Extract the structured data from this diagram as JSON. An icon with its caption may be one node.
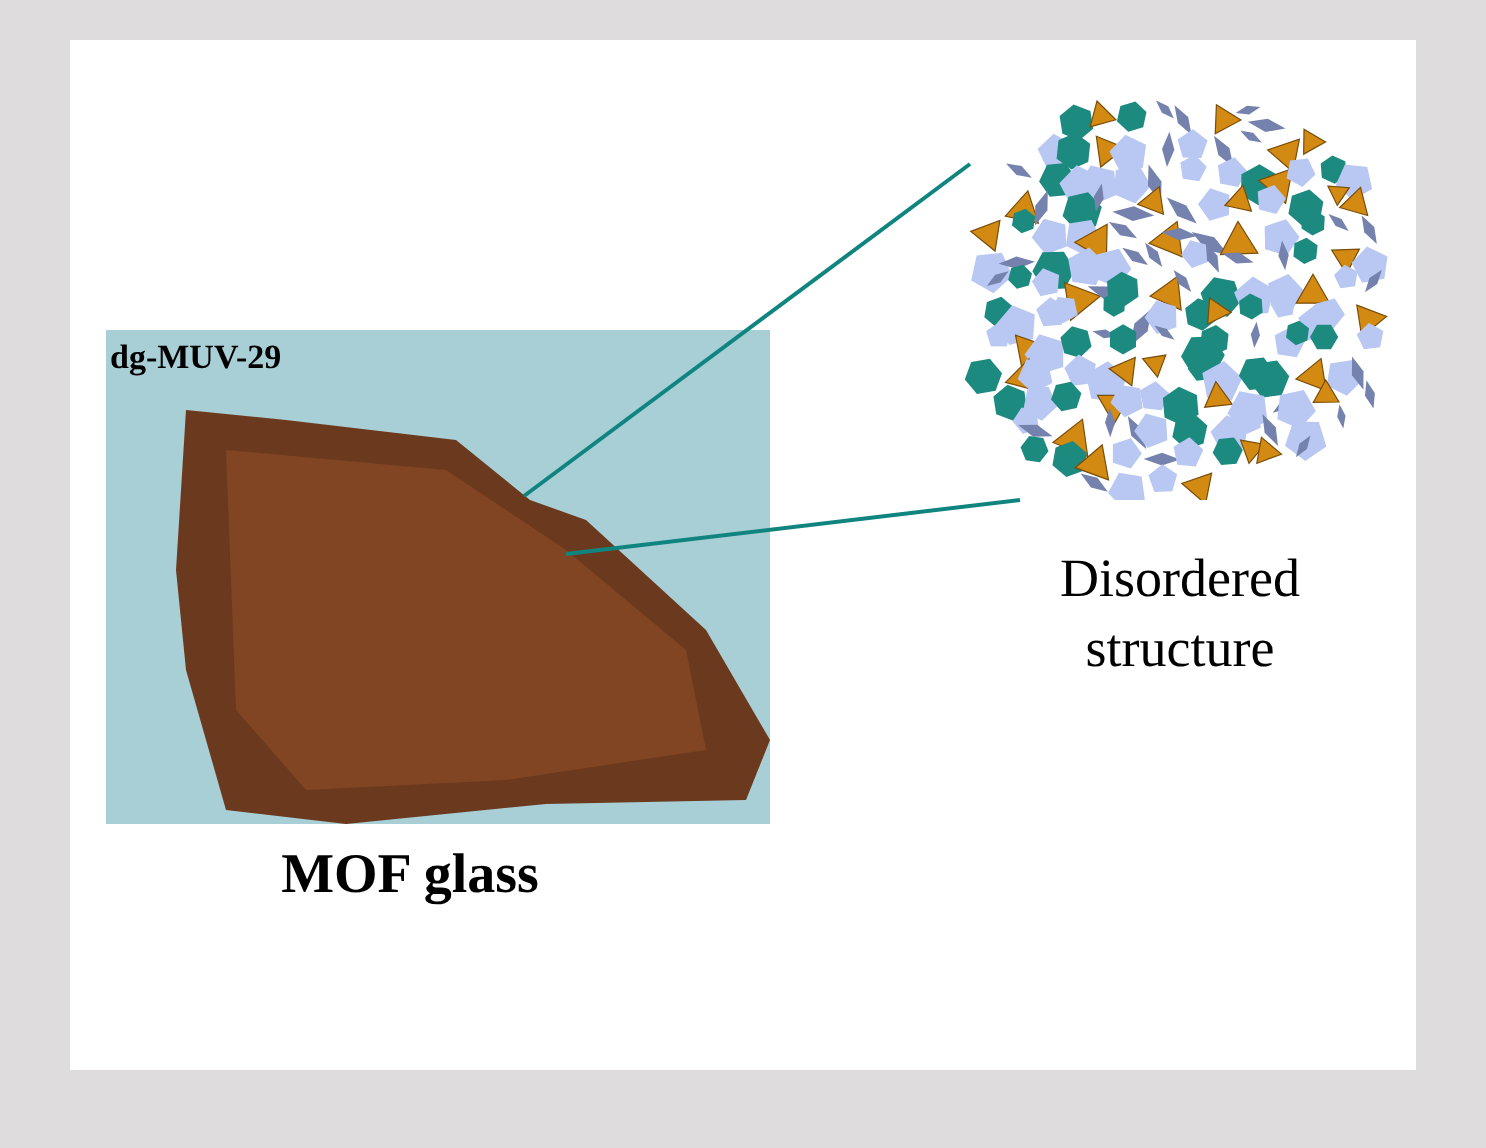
{
  "diagram": {
    "nodes": [
      {
        "text": [
          "dg-MUV-29"
        ],
        "beside": [
          "MOF glass"
        ]
      },
      {
        "text": [],
        "shape": "picture",
        "beside": [
          "Disordered structure"
        ]
      }
    ],
    "edges": [
      {
        "from": 0,
        "to": 1,
        "arrow": "none"
      },
      {
        "from": 0,
        "to": 1,
        "arrow": "none"
      }
    ]
  }
}
